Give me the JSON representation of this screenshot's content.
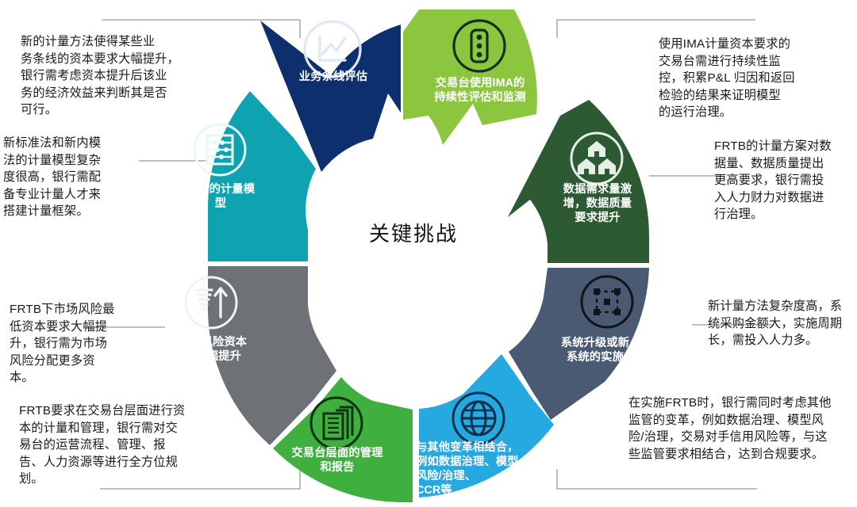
{
  "center": {
    "title": "关键挑战"
  },
  "colors": {
    "navy": "#0d2f6e",
    "teal": "#0fa3b1",
    "gray": "#6e7276",
    "green_bright": "#3fb03f",
    "cyan": "#25a9e0",
    "slate": "#4a5a72",
    "green_dark": "#2d5a33",
    "green_light": "#8cc63e",
    "connector": "#9a9a9a",
    "text": "#1a1a1a"
  },
  "segments": [
    {
      "id": "business-line-assessment",
      "label": "业务条线评估",
      "color": "#0d2f6e",
      "icon": "line-chart-icon",
      "icon_color": "#dfe9f5",
      "label_color": "#ffffff"
    },
    {
      "id": "ima-desk-monitoring",
      "label": "交易台使用IMA的\n持续性评估和监测",
      "color": "#8cc63e",
      "icon": "traffic-light-icon",
      "icon_color": "#14301a",
      "label_color": "#ffffff"
    },
    {
      "id": "data-demand-quality",
      "label": "数据需求量激\n增，数据质量\n要求提升",
      "color": "#2d5a33",
      "icon": "data-houses-icon",
      "icon_color": "#e6efe6",
      "label_color": "#ffffff"
    },
    {
      "id": "system-upgrade",
      "label": "系统升级或新\n系统的实施",
      "color": "#4a5a72",
      "icon": "network-nodes-icon",
      "icon_color": "#101418",
      "label_color": "#ffffff"
    },
    {
      "id": "combine-other-reforms",
      "label": "与其他变革相结合，\n例如数据治理、模型\n风险/治理、\nCCR等",
      "color": "#25a9e0",
      "icon": "globe-icon",
      "icon_color": "#0d2f4e",
      "label_color": "#ffffff"
    },
    {
      "id": "desk-level-management",
      "label": "交易台层面的管理\n和报告",
      "color": "#3fb03f",
      "icon": "documents-icon",
      "icon_color": "#10330f",
      "label_color": "#ffffff"
    },
    {
      "id": "market-risk-capital-rise",
      "label": "市场风险资本\n的大幅提升",
      "color": "#6e7276",
      "icon": "rising-bars-arrow-icon",
      "icon_color": "#f2f2f2",
      "label_color": "#ffffff"
    },
    {
      "id": "complex-models",
      "label": "复杂的计量模\n型",
      "color": "#0fa3b1",
      "icon": "abacus-icon",
      "icon_color": "#e9f7f8",
      "label_color": "#ffffff"
    }
  ],
  "notes": [
    {
      "id": "note-business-line",
      "text": "新的计量方法使得某些业\n务条线的资本要求大幅提升，\n银行需考虑资本提升后该业\n务的经济效益来判断其是否\n可行。"
    },
    {
      "id": "note-complex-models",
      "text": "新标准法和新内模\n法的计量模型复杂\n度很高，银行需配\n备专业计量人才来\n搭建计量框架。"
    },
    {
      "id": "note-market-risk",
      "text": "FRTB下市场风险最\n低资本要求大幅提\n升，银行需为市场\n风险分配更多资\n本。"
    },
    {
      "id": "note-desk-management",
      "text": "FRTB要求在交易台层面进行资\n本的计量和管理，银行需对交\n易台的运营流程、管理、报\n告、人力资源等进行全方位规\n划。"
    },
    {
      "id": "note-ima-monitoring",
      "text": "使用IMA计量资本要求的\n交易台需进行持续性监\n控，积累P&L 归因和返回\n检验的结果来证明模型\n的运行治理。"
    },
    {
      "id": "note-data-quality",
      "text": "FRTB的计量方案对数\n据量、数据质量提出\n更高要求，银行需投\n入人力财力对数据进\n行治理。"
    },
    {
      "id": "note-system-upgrade",
      "text": "新计量方法复杂度高，系\n统采购金额大，实施周期\n长，需投入人力多。"
    },
    {
      "id": "note-other-reforms",
      "text": "在实施FRTB时，银行需同时考虑其他\n监管的变革，例如数据治理、模型风\n险/治理，交易对手信用风险等，与这\n些监管要求相结合，达到合规要求。"
    }
  ]
}
